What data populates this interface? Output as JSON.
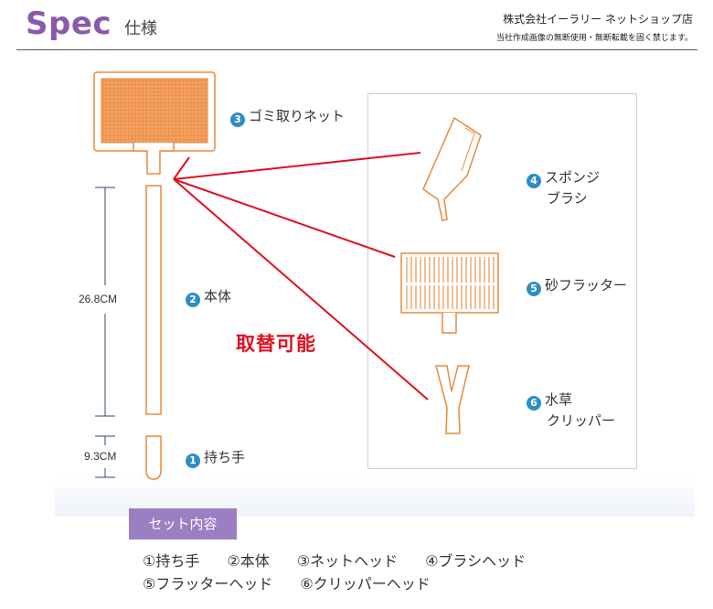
{
  "header": {
    "title": "Spec",
    "subtitle": "仕様",
    "company": "株式会社イーラリー ネットショップ店",
    "notice": "当社作成画像の無断使用・無断転載を固く禁じます。"
  },
  "parts": {
    "net": {
      "num": "3",
      "label": "ゴミ取りネット"
    },
    "body": {
      "num": "2",
      "label": "本体"
    },
    "handle": {
      "num": "1",
      "label": "持ち手"
    },
    "sponge": {
      "num": "4",
      "line1": "スポンジ",
      "line2": "ブラシ"
    },
    "flatter": {
      "num": "5",
      "label": "砂フラッター"
    },
    "clipper": {
      "num": "6",
      "line1": "水草",
      "line2": "クリッパー"
    }
  },
  "dimensions": {
    "body_length": "26.8CM",
    "handle_length": "9.3CM"
  },
  "exchange_note": "取替可能",
  "set_contents": {
    "title": "セット内容",
    "items": [
      "①持ち手",
      "②本体",
      "③ネットヘッド",
      "④ブラシヘッド",
      "⑤フラッターヘッド",
      "⑥クリッパーヘッド"
    ]
  },
  "colors": {
    "accent_purple": "#8a5aa8",
    "badge_blue": "#2e8ec4",
    "line_red": "#e01020",
    "part_orange": "#e88a3c"
  }
}
